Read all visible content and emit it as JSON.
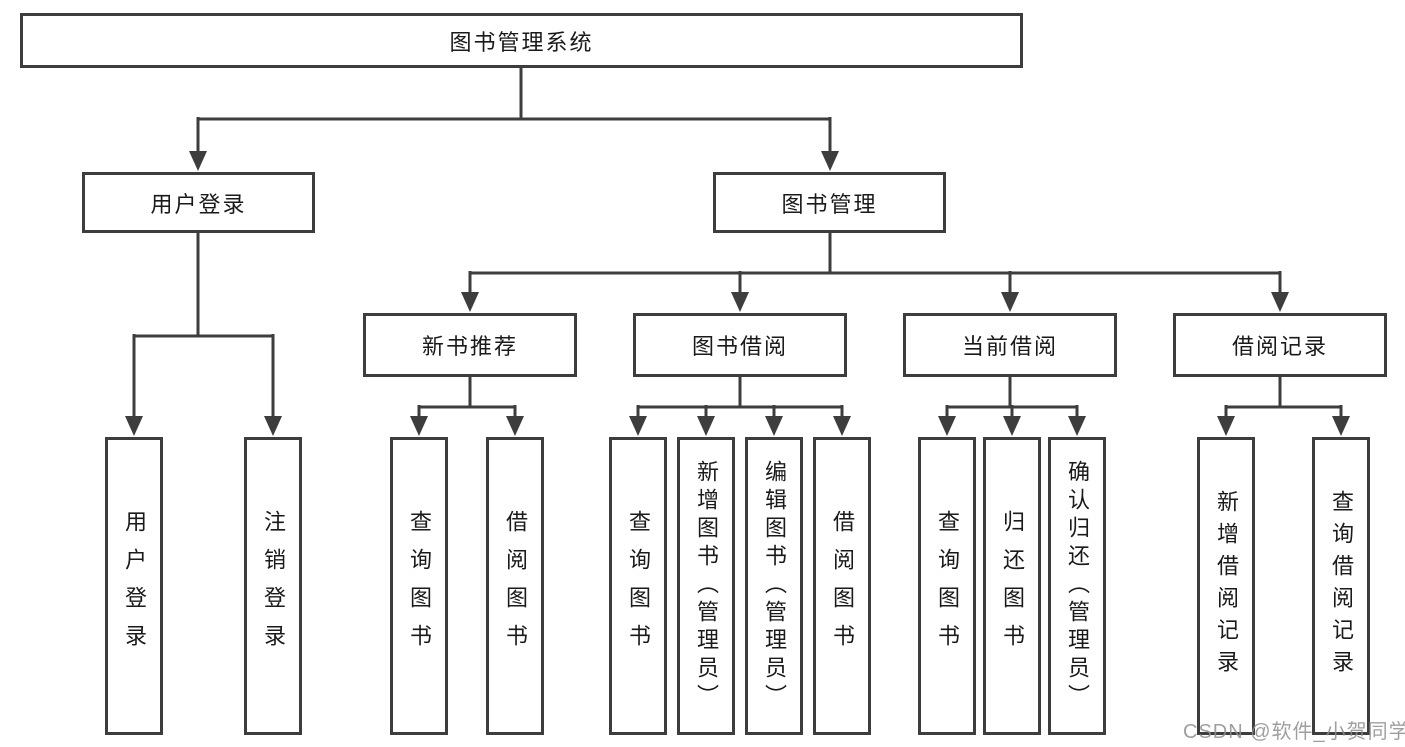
{
  "diagram": {
    "title": "图书管理系统",
    "colors": {
      "line": "#3d3d3d",
      "box_border": "#3d3d3d",
      "text": "#1a1a1a",
      "background": "#ffffff",
      "watermark": "#8f8f8f"
    },
    "tree": {
      "root": {
        "label": "图书管理系统"
      },
      "branches": [
        {
          "label": "用户登录",
          "children": [
            {
              "label": "用户登录"
            },
            {
              "label": "注销登录"
            }
          ]
        },
        {
          "label": "图书管理",
          "children": [
            {
              "label": "新书推荐",
              "children": [
                {
                  "label": "查询图书"
                },
                {
                  "label": "借阅图书"
                }
              ]
            },
            {
              "label": "图书借阅",
              "children": [
                {
                  "label": "查询图书"
                },
                {
                  "label": "新增图书（管理员）"
                },
                {
                  "label": "编辑图书（管理员）"
                },
                {
                  "label": "借阅图书"
                }
              ]
            },
            {
              "label": "当前借阅",
              "children": [
                {
                  "label": "查询图书"
                },
                {
                  "label": "归还图书"
                },
                {
                  "label": "确认归还（管理员）"
                }
              ]
            },
            {
              "label": "借阅记录",
              "children": [
                {
                  "label": "新增借阅记录"
                },
                {
                  "label": "查询借阅记录"
                }
              ]
            }
          ]
        }
      ]
    },
    "watermark": {
      "text": "CSDN @软件_小贺同学"
    }
  }
}
